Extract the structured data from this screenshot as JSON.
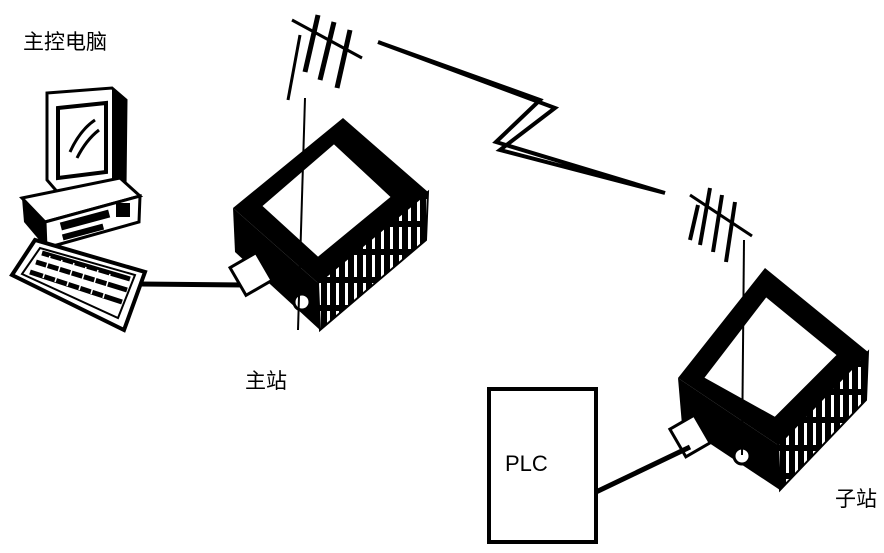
{
  "labels": {
    "control_pc": "主控电脑",
    "master_station": "主站",
    "slave_station": "子站",
    "plc": "PLC"
  },
  "colors": {
    "ink": "#000000",
    "paper": "#ffffff"
  }
}
